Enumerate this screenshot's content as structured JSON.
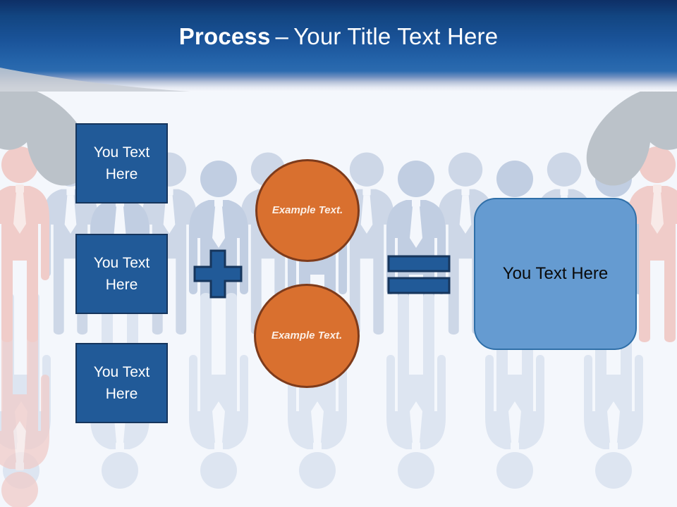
{
  "slide": {
    "background_color": "#F4F7FC",
    "header": {
      "title_bold": "Process",
      "title_separator": "–",
      "title_rest": "Your Title Text Here",
      "gradient_top": "#0e2f66",
      "gradient_bottom": "#2d6cb0",
      "text_color": "#FFFFFF"
    },
    "inputs": {
      "box_fill": "#215A98",
      "box_border": "#16355C",
      "box_text_color": "#FFFFFF",
      "items": [
        {
          "label": "You Text Here"
        },
        {
          "label": "You Text Here"
        },
        {
          "label": "You Text Here"
        }
      ]
    },
    "operators": {
      "plus": {
        "symbol": "+",
        "fill": "#215A98",
        "border": "#16355C"
      },
      "equals": {
        "symbol": "=",
        "fill": "#215A98",
        "border": "#16355C"
      }
    },
    "circles": {
      "fill": "#D9702F",
      "border": "#7E3B1B",
      "text_color": "#FCEFE6",
      "items": [
        {
          "label": "Example Text."
        },
        {
          "label": "Example Text."
        }
      ]
    },
    "result": {
      "label": "You Text Here",
      "fill": "#659BD1",
      "border": "#2F6FA8",
      "text_color": "#0A0A0A"
    },
    "background_art": {
      "crowd_figure_color": "#C6D2E4",
      "crowd_reflection_color": "#DEE6F2",
      "highlight_figure_color": "#F2CFCC",
      "hand_color": "#BCC2C9"
    }
  }
}
